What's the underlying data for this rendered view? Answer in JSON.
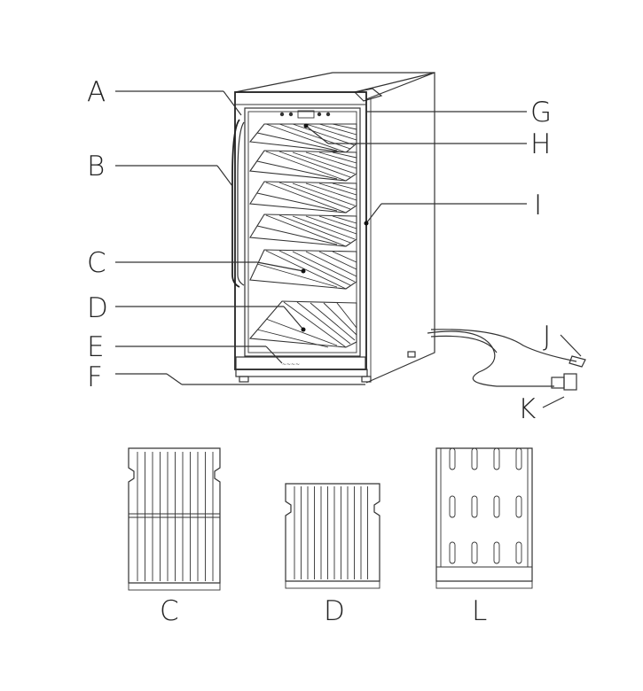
{
  "callouts": {
    "A": "A",
    "B": "B",
    "C": "C",
    "D": "D",
    "E": "E",
    "F": "F",
    "G": "G",
    "H": "H",
    "I": "I",
    "J": "J",
    "K": "K"
  },
  "parts": {
    "shelf_c": "C",
    "shelf_d": "D",
    "shelf_l": "L"
  }
}
